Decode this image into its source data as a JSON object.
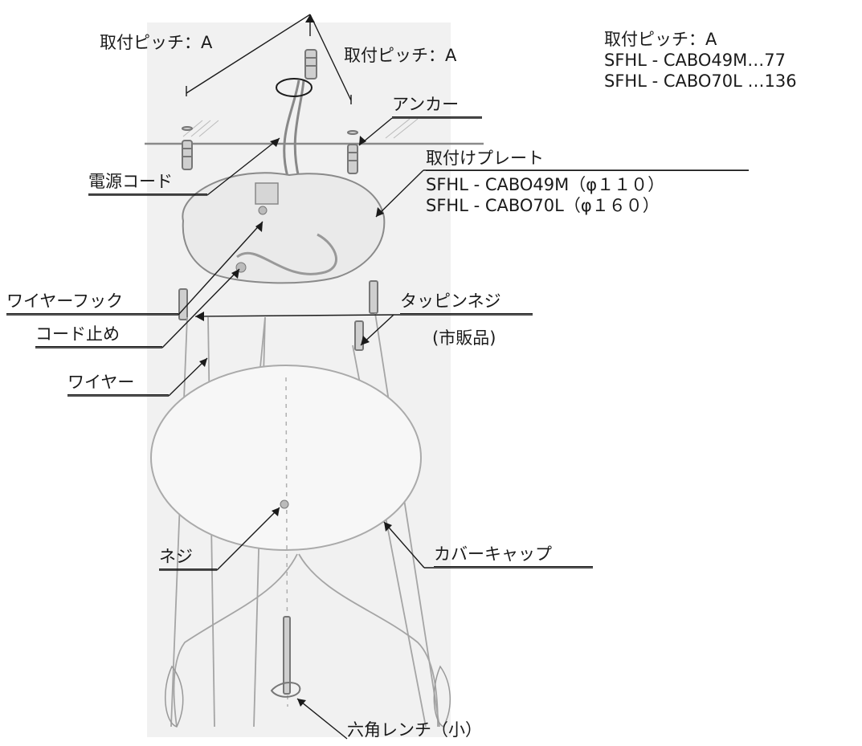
{
  "top_note": {
    "title": "取付ピッチ：A",
    "line1": "SFHL - CABO49M…77",
    "line2": "SFHL - CABO70L …136"
  },
  "plate_note": {
    "title": "取付けプレート",
    "line1": "SFHL - CABO49M（φ１１０）",
    "line2": "SFHL - CABO70L（φ１６０）"
  },
  "labels": {
    "pitch_left": "取付ピッチ：A",
    "pitch_right": "取付ピッチ：A",
    "anchor": "アンカー",
    "power_cord": "電源コード",
    "wire_hook": "ワイヤーフック",
    "cord_stop": "コード止め",
    "wire": "ワイヤー",
    "tapping_screw": "タッピンネジ",
    "tapping_screw_note": "(市販品)",
    "screw": "ネジ",
    "cover_cap": "カバーキャップ",
    "hex_wrench": "六角レンチ（小）"
  },
  "colors": {
    "background": "#ffffff",
    "photo_bg": "#f1f1f1",
    "ceiling_line": "#8a8a8a",
    "leader": "#1a1a1a"
  }
}
